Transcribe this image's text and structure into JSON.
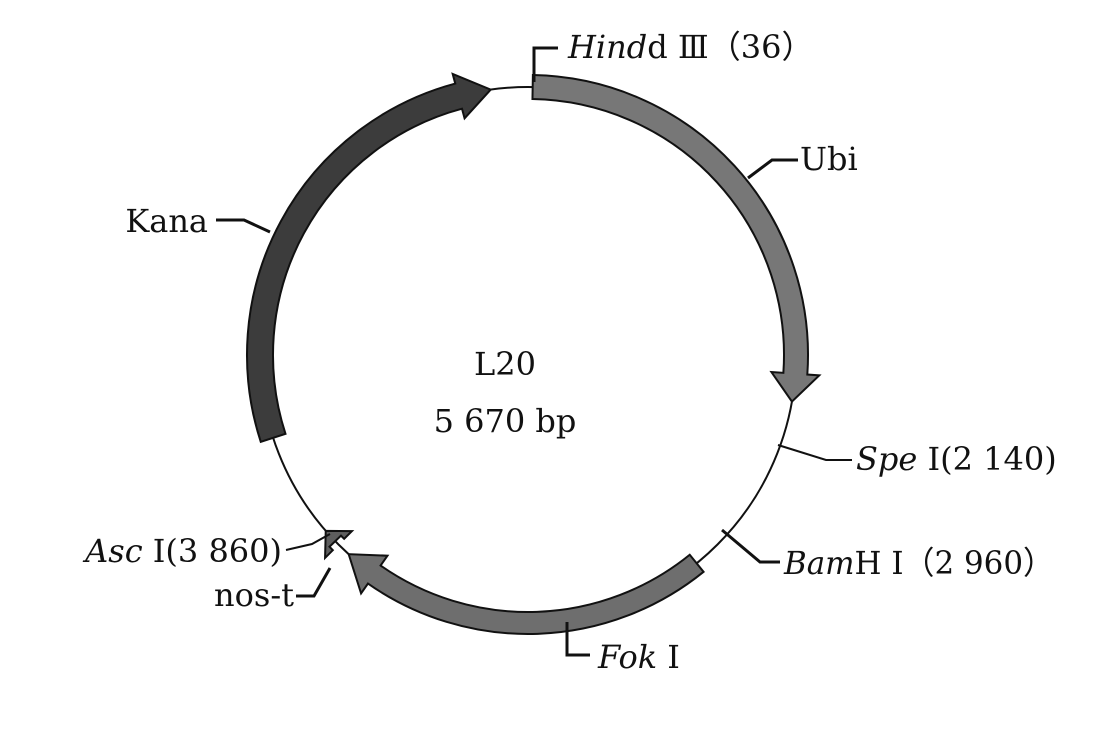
{
  "plasmid": {
    "name": "L20",
    "size": "5 670 bp"
  },
  "sites": [
    {
      "id": "hindiii",
      "name": "Hind",
      "suffix": "d Ⅲ",
      "pos": "（36）"
    },
    {
      "id": "spei",
      "name": "Spe",
      "suffix": " Ⅰ",
      "pos": "(2 140)"
    },
    {
      "id": "bamhi",
      "name": "Bam",
      "suffix": "H Ⅰ",
      "pos": "（2 960）"
    },
    {
      "id": "foki",
      "name": "Fok",
      "suffix": " Ⅰ",
      "pos": ""
    },
    {
      "id": "asci",
      "name": "Asc",
      "suffix": " Ⅰ",
      "pos": "(3 860)"
    }
  ],
  "features": [
    {
      "id": "ubi",
      "label": "Ubi",
      "color": "#777777"
    },
    {
      "id": "kana",
      "label": "Kana",
      "color": "#3c3c3c"
    },
    {
      "id": "nost",
      "label": "nos-t",
      "color": "#5e5e5e"
    },
    {
      "id": "gene",
      "label": "",
      "color": "#6e6e6e"
    }
  ]
}
